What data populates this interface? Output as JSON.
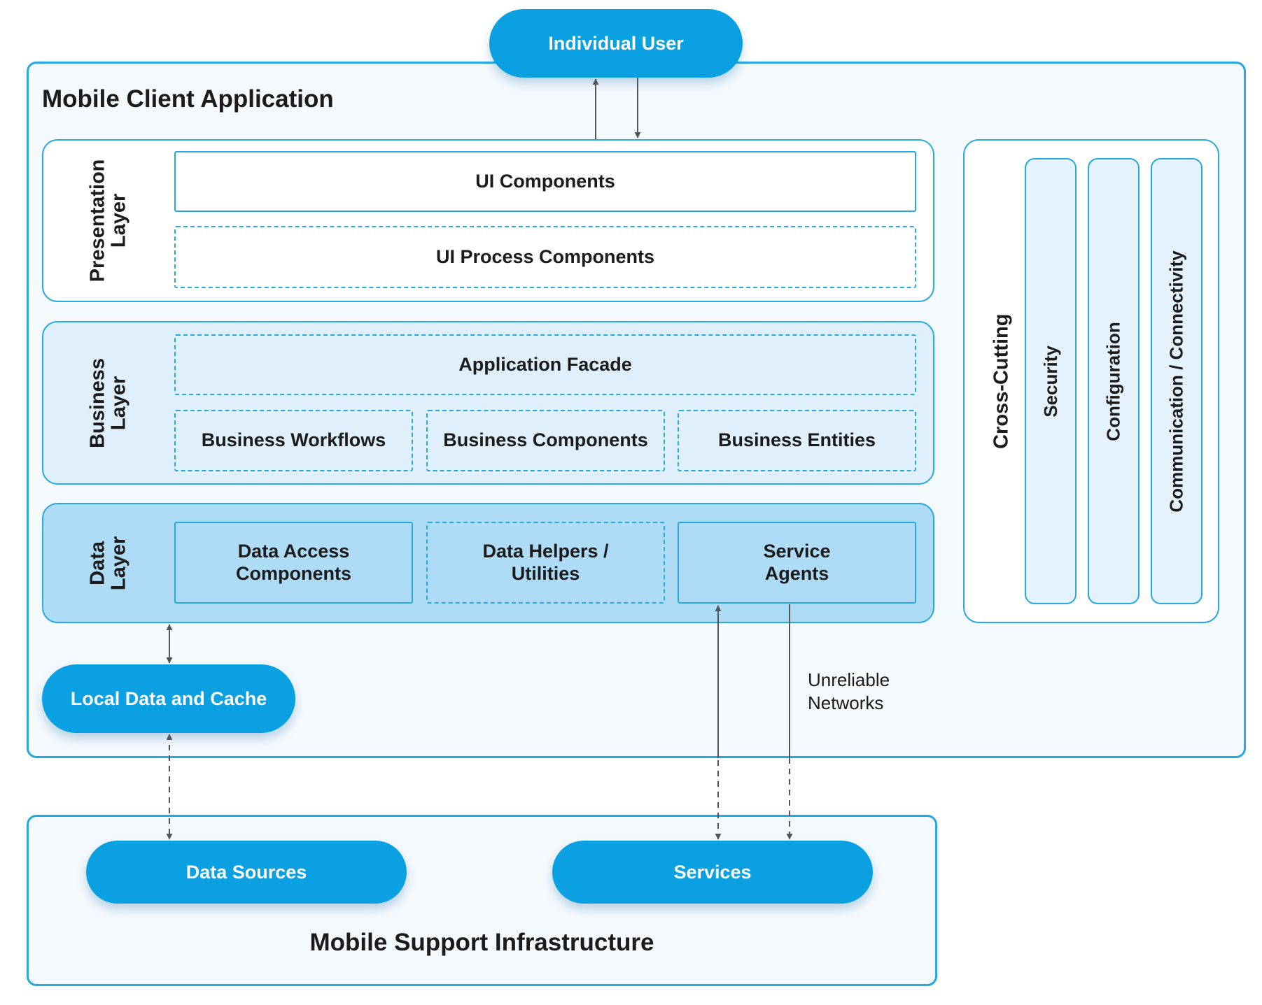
{
  "top_user": {
    "label": "Individual User"
  },
  "client_app": {
    "title": "Mobile Client Application",
    "presentation_layer": {
      "label": "Presentation Layer",
      "ui_components": "UI Components",
      "ui_process_components": "UI Process Components"
    },
    "business_layer": {
      "label": "Business Layer",
      "application_facade": "Application Facade",
      "business_workflows": "Business Workflows",
      "business_components": "Business Components",
      "business_entities": "Business Entities"
    },
    "data_layer": {
      "label": "Data Layer",
      "data_access_components": "Data Access Components",
      "data_helpers_utilities": "Data Helpers / Utilities",
      "service_agents": "Service Agents"
    },
    "cross_cutting": {
      "label": "Cross-Cutting",
      "security": "Security",
      "configuration": "Configuration",
      "communication": "Communication / Connectivity"
    },
    "local_data_cache": "Local Data and Cache",
    "network_note": "Unreliable\nNetworks"
  },
  "infrastructure": {
    "title": "Mobile Support Infrastructure",
    "data_sources": "Data Sources",
    "services": "Services"
  },
  "colors": {
    "accent_blue": "#0aa0e2",
    "border_blue": "#28a8e0",
    "business_fill": "#dff0fc",
    "data_fill": "#aedcf6",
    "arrow_gray": "#555555"
  }
}
